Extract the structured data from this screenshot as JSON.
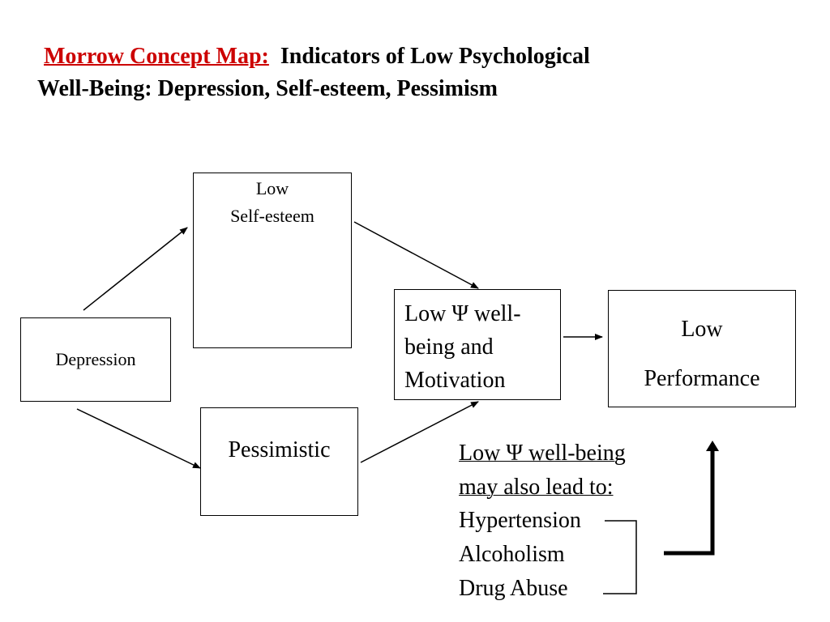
{
  "title": {
    "highlight": "Morrow Concept Map:",
    "line1_rest": "Indicators of Low Psychological",
    "line2": "Well-Being:  Depression, Self-esteem, Pessimism"
  },
  "nodes": {
    "low_self_esteem": [
      "Low",
      "Self-esteem"
    ],
    "depression": "Depression",
    "pessimistic": "Pessimistic",
    "low_wellbeing": [
      "Low Ψ well-",
      "being and",
      "Motivation"
    ],
    "low_performance": [
      "Low",
      "Performance"
    ]
  },
  "note": {
    "heading": [
      "Low Ψ well-being",
      "may also lead to:"
    ],
    "items": [
      "Hypertension",
      "Alcoholism",
      "Drug Abuse"
    ]
  }
}
